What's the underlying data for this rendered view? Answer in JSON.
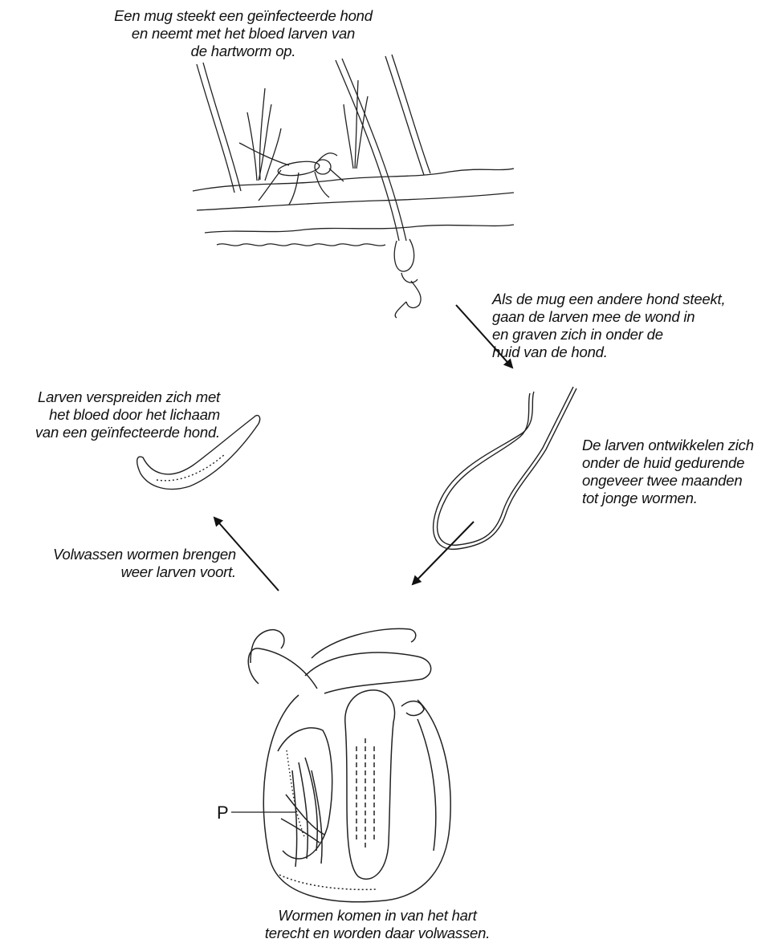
{
  "captions": {
    "mosquito_bite": "Een mug steekt een geïnfecteerde hond\nen neemt met het bloed larven van\nde hartworm op.",
    "other_dog": "Als de mug een andere hond steekt,\ngaan de larven mee de wond in\nen graven zich in onder de\nhuid van de hond.",
    "spread": "Larven verspreiden zich met\nhet bloed door het lichaam\nvan een geïnfecteerde hond.",
    "develop": "De larven ontwikkelen zich\nonder de huid gedurende\nongeveer twee maanden\ntot jonge wormen.",
    "adults": "Volwassen wormen brengen\nweer larven voort.",
    "heart": "Wormen komen in van het hart\nterecht en worden daar volwassen."
  },
  "label_p": "P"
}
